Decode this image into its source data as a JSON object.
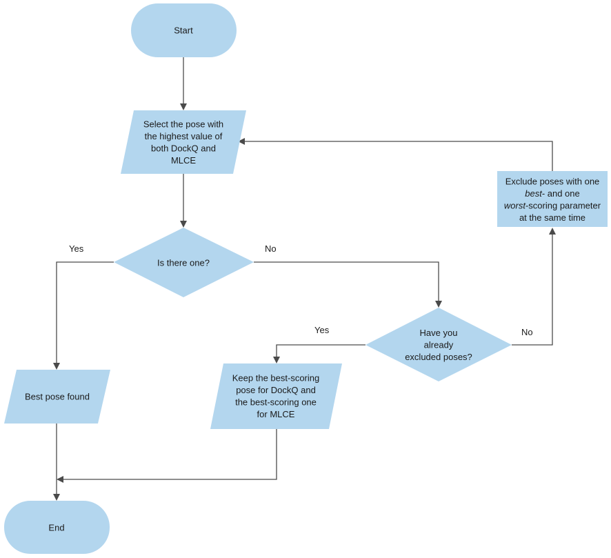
{
  "nodes": {
    "start": {
      "type": "terminal",
      "lines": [
        "Start"
      ]
    },
    "select_pose": {
      "type": "data",
      "lines": [
        "Select the pose with",
        "the highest value of",
        "both DockQ and",
        "MLCE"
      ]
    },
    "is_there_one": {
      "type": "decision",
      "lines": [
        "Is there one?"
      ]
    },
    "exclude_poses": {
      "type": "process",
      "lines": [
        {
          "segments": [
            {
              "text": "Exclude poses with one",
              "italic": false
            }
          ]
        },
        {
          "segments": [
            {
              "text": "best",
              "italic": true
            },
            {
              "text": "- and one",
              "italic": false
            }
          ]
        },
        {
          "segments": [
            {
              "text": "worst",
              "italic": true
            },
            {
              "text": "-scoring parameter",
              "italic": false
            }
          ]
        },
        {
          "segments": [
            {
              "text": "at the same time",
              "italic": false
            }
          ]
        }
      ]
    },
    "already_excluded": {
      "type": "decision",
      "lines": [
        "Have you",
        "already",
        "excluded poses?"
      ]
    },
    "best_pose_found": {
      "type": "data",
      "lines": [
        "Best pose found"
      ]
    },
    "keep_best": {
      "type": "data",
      "lines": [
        "Keep the best-scoring",
        "pose for DockQ and",
        "the best-scoring one",
        "for MLCE"
      ]
    },
    "end": {
      "type": "terminal",
      "lines": [
        "End"
      ]
    }
  },
  "edges": [
    {
      "from": "start",
      "to": "select_pose",
      "label": ""
    },
    {
      "from": "select_pose",
      "to": "is_there_one",
      "label": ""
    },
    {
      "from": "is_there_one",
      "to": "best_pose_found",
      "label": "Yes"
    },
    {
      "from": "is_there_one",
      "to": "already_excluded",
      "label": "No"
    },
    {
      "from": "already_excluded",
      "to": "keep_best",
      "label": "Yes"
    },
    {
      "from": "already_excluded",
      "to": "exclude_poses",
      "label": "No"
    },
    {
      "from": "exclude_poses",
      "to": "select_pose",
      "label": ""
    },
    {
      "from": "best_pose_found",
      "to": "end",
      "label": ""
    },
    {
      "from": "keep_best",
      "to": "end",
      "label": ""
    }
  ],
  "colors": {
    "node_fill": "#b3d6ee",
    "connector": "#4a4a4a",
    "text": "#1a1a1a",
    "background": "#ffffff"
  }
}
